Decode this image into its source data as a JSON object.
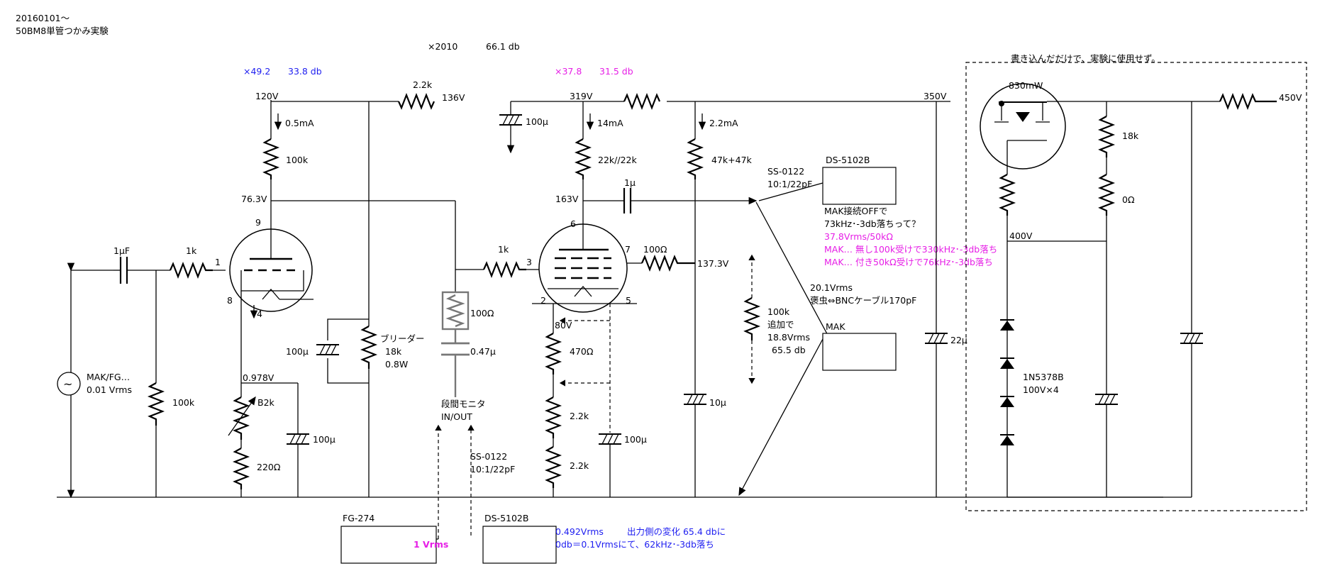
{
  "header": {
    "date": "20160101～",
    "title": "50BM8単管つかみ実験"
  },
  "gain_total": {
    "factor": "×2010",
    "db": "66.1  db"
  },
  "stage1_gain": {
    "factor": "×49.2",
    "db": "33.8  db",
    "color": "#1e1ef0"
  },
  "stage2_gain": {
    "factor": "×37.8",
    "db": "31.5  db",
    "color": "#e61ee6"
  },
  "power_note": "書き込んだだけで、実験に使用せず。",
  "voltages": {
    "v120": "120V",
    "v136": "136V",
    "v319": "319V",
    "v350": "350V",
    "v450": "450V",
    "v76": "76.3V",
    "v163": "163V",
    "v137": "137.3V",
    "v80": "80V",
    "v0978": "0.978V",
    "v400": "400V"
  },
  "currents": {
    "i05": "0.5mA",
    "i14": "14mA",
    "i22": "2.2mA"
  },
  "components": {
    "r_22k": "2.2k",
    "r_100k_pl": "100k",
    "r_1k_in": "1k",
    "c_1uF": "1μF",
    "r_100k_in": "100k",
    "vr_b2k": "B2k",
    "r_220": "220Ω",
    "c_100u_k1": "100μ",
    "c_100u_bleeder": "100μ",
    "bleeder_label": "ブリーダー",
    "bleeder_r": "18k",
    "bleeder_w": "0.8W",
    "r_100_grid": "100Ω",
    "c_047": "0.47μ",
    "r_1k_g2": "1k",
    "c_100u_b": "100μ",
    "r_22k22k": "22k//22k",
    "r_47k47k": "47k+47k",
    "c_1u_out": "1μ",
    "r_100_sg": "100Ω",
    "r_470": "470Ω",
    "r_22k_a": "2.2k",
    "r_22k_b": "2.2k",
    "c_100u_k2": "100μ",
    "c_10u": "10μ",
    "c_22u": "22μ",
    "r_18k_ps": "18k",
    "r_0_ps": "0Ω",
    "zener": "1N5378B",
    "zener_count": "100V×4",
    "mosfet_w": "830mW"
  },
  "pins": {
    "t1_plate": "9",
    "t1_cathode": "8",
    "t1_heater": "4",
    "t1_grid": "1",
    "t2_plate": "6",
    "t2_grid": "3",
    "t2_screen": "7",
    "t2_heater1": "2",
    "t2_heater2": "5"
  },
  "source": {
    "name": "MAK/FG…",
    "level": "0.01 Vrms"
  },
  "monitor": {
    "label": "段間モニタ",
    "io": "IN/OUT",
    "probe": "SS-0122",
    "probe_spec": "10:1/22pF"
  },
  "probe_out": {
    "name": "SS-0122",
    "spec": "10:1/22pF"
  },
  "ds_top": "DS-5102B",
  "ds_bottom": "DS-5102B",
  "fg": {
    "name": "FG-274",
    "level": "1 Vrms"
  },
  "mak": "MAK",
  "notes_black": [
    "MAK接続OFFで",
    "73kHz･-3db落ちって？"
  ],
  "notes_mag": [
    "37.8Vrms/50kΩ",
    "MAK… 無し100k受けで330kHz･-3db落ち",
    "MAK… 付き50kΩ受けで76kHz･-3db落ち"
  ],
  "cable_note": [
    "20.1Vrms",
    "褒虫⇔BNCケーブル170pF"
  ],
  "load_note": [
    "100k",
    "追加で",
    "18.8Vrms",
    "65.5  db"
  ],
  "bottom_note": {
    "line1_value": "0.492Vrms",
    "line1_text": "出力側の変化  65.4  dbに",
    "line2": "0db＝0.1Vrmsにて、62kHz･-3db落ち"
  }
}
